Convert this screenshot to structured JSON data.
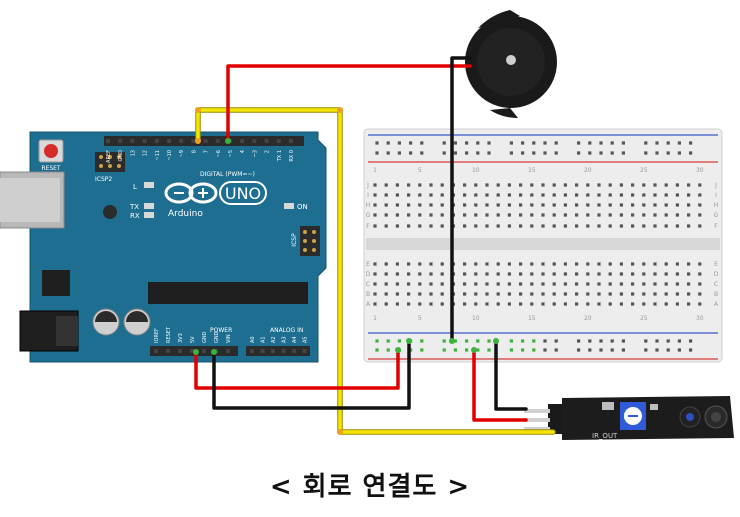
{
  "caption": "< 회로 연결도 >",
  "arduino": {
    "brand": "Arduino",
    "model": "UNO",
    "reset_label": "RESET",
    "icsp2_label": "ICSP2",
    "icsp_label": "ICSP",
    "digital_header_label": "DIGITAL (PWM=~)",
    "power_label": "POWER",
    "analog_label": "ANALOG IN",
    "led_labels": [
      "L",
      "TX",
      "RX",
      "ON"
    ],
    "digital_pins": [
      "AREF",
      "GND",
      "13",
      "12",
      "~11",
      "~10",
      "~9",
      "8",
      "7",
      "~6",
      "~5",
      "4",
      "~3",
      "2",
      "TX 1",
      "RX 0"
    ],
    "power_pins": [
      "IOREF",
      "RESET",
      "3V3",
      "5V",
      "GND",
      "GND",
      "VIN"
    ],
    "analog_pins": [
      "A0",
      "A1",
      "A2",
      "A3",
      "A4",
      "A5"
    ]
  },
  "breadboard": {
    "column_numbers": [
      "1",
      "5",
      "10",
      "15",
      "20",
      "25",
      "30"
    ],
    "row_letters_top": [
      "J",
      "I",
      "H",
      "G",
      "F"
    ],
    "row_letters_bottom": [
      "E",
      "D",
      "C",
      "B",
      "A"
    ]
  },
  "sensor": {
    "label": "IR_OUT"
  },
  "colors": {
    "board": "#1d6e91",
    "wire_red": "#e00000",
    "wire_black": "#111111",
    "wire_yellow": "#f2e600",
    "breadboard": "#ededed",
    "rail_red": "#d63b3b",
    "rail_blue": "#3a55c8",
    "active_hole": "#3cb33c",
    "wire_joint": "#f0a020"
  }
}
